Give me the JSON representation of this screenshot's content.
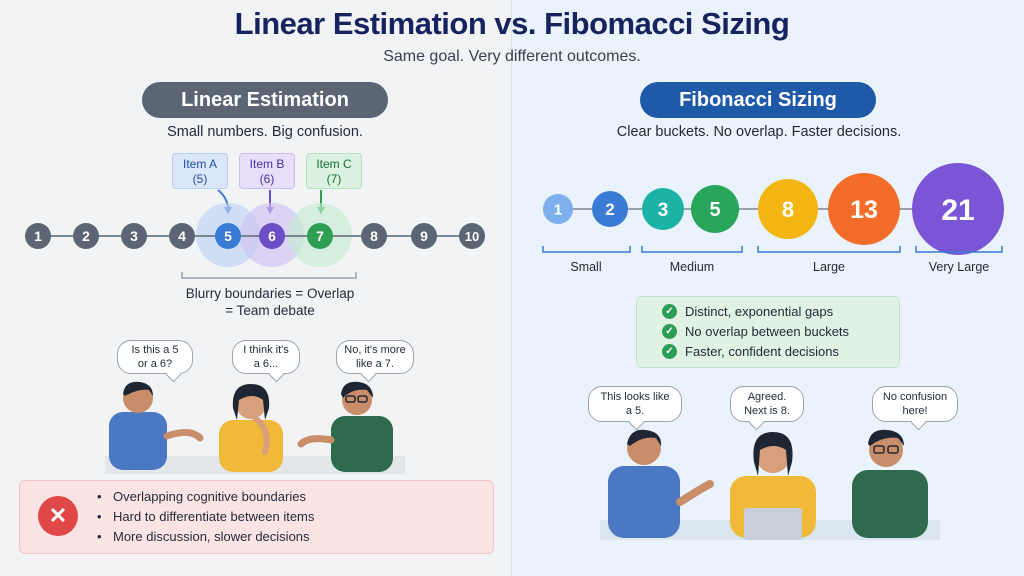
{
  "header": {
    "title": "Linear Estimation vs. Fibomacci Sizing",
    "subtitle": "Same goal. Very different outcomes."
  },
  "left": {
    "pill": "Linear Estimation",
    "caption": "Small numbers. Big confusion.",
    "numbers": [
      "1",
      "2",
      "3",
      "4",
      "5",
      "6",
      "7",
      "8",
      "9",
      "10"
    ],
    "items": [
      {
        "name": "Item A",
        "value": "(5)"
      },
      {
        "name": "Item B",
        "value": "(6)"
      },
      {
        "name": "Item C",
        "value": "(7)"
      }
    ],
    "overlap_line1": "Blurry boundaries = Overlap",
    "overlap_line2": "= Team debate",
    "bubbles": [
      {
        "line1": "Is this a 5",
        "line2": "or a 6?"
      },
      {
        "line1": "I think it's",
        "line2": "a 6..."
      },
      {
        "line1": "No, it's more",
        "line2": "like a 7."
      }
    ],
    "cons": [
      "Overlapping cognitive boundaries",
      "Hard to differentiate between items",
      "More discussion, slower decisions"
    ],
    "cons_icon": "x-icon"
  },
  "right": {
    "pill": "Fibonacci Sizing",
    "caption": "Clear buckets. No overlap. Faster decisions.",
    "numbers": [
      "1",
      "2",
      "3",
      "5",
      "8",
      "13",
      "21"
    ],
    "buckets": [
      "Small",
      "Medium",
      "Large",
      "Very Large"
    ],
    "benefits": [
      "Distinct, exponential gaps",
      "No overlap between buckets",
      "Faster, confident decisions"
    ],
    "bubbles": [
      {
        "line1": "This looks like",
        "line2": "a 5."
      },
      {
        "line1": "Agreed.",
        "line2": "Next is 8."
      },
      {
        "line1": "No confusion",
        "line2": "here!"
      }
    ]
  },
  "colors": {
    "title": "#16235f",
    "left_pill": "#5b6573",
    "right_pill": "#1e5aa8",
    "blue": "#3a7bd5",
    "purple": "#6c4fc4",
    "green": "#2f9e55",
    "teal": "#1bb3a6",
    "yellow": "#f2b512",
    "orange": "#f36c2a",
    "violet": "#7a55d6",
    "danger": "#e04848"
  }
}
